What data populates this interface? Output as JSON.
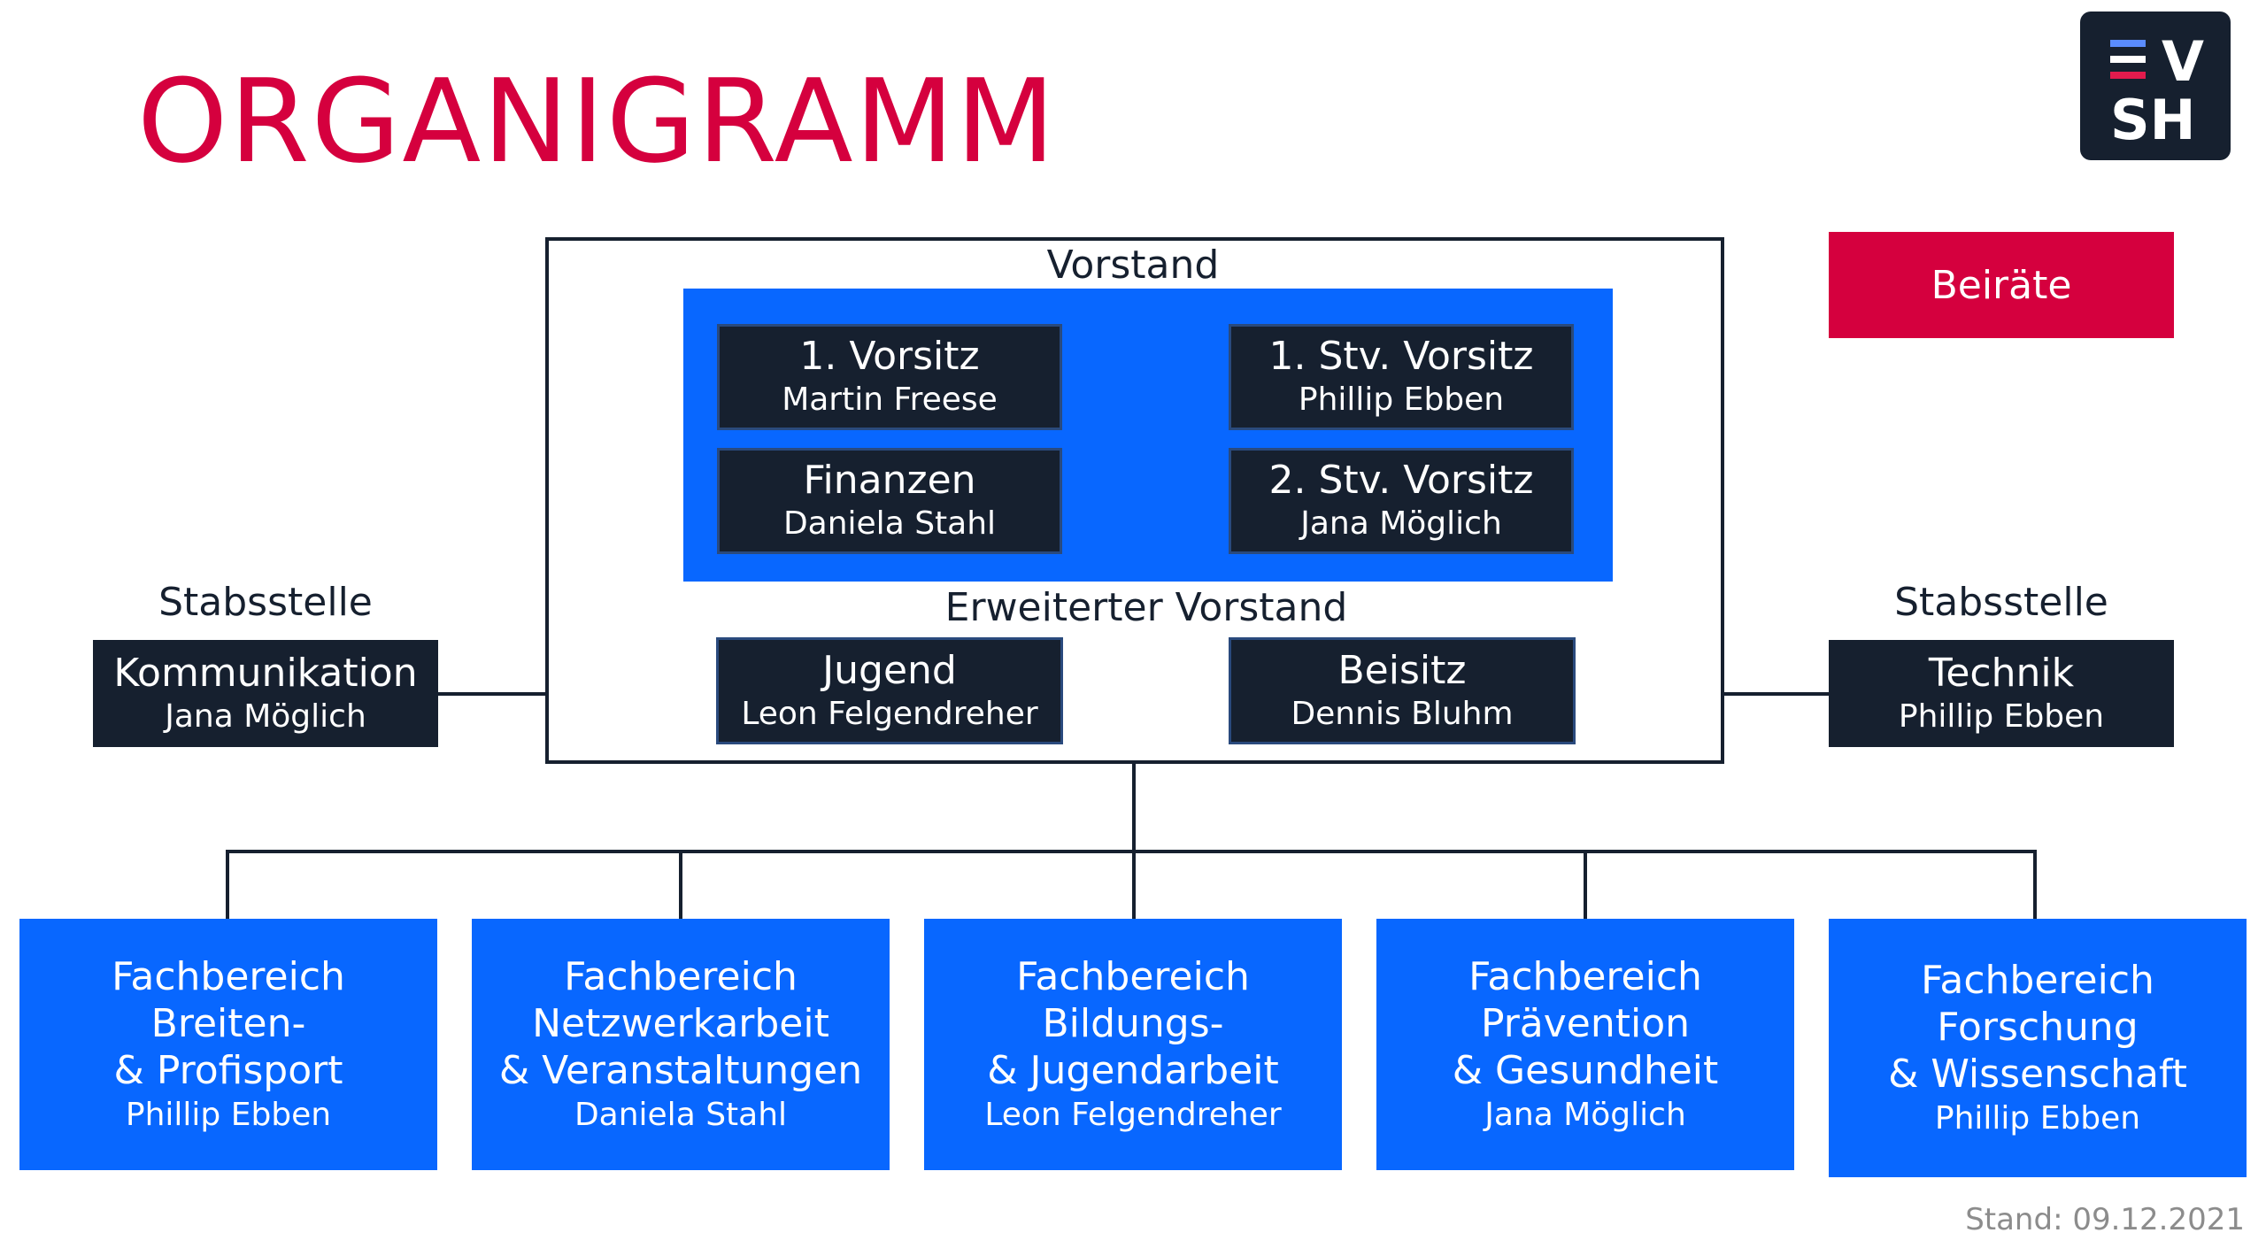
{
  "title": "ORGANIGRAMM",
  "logo": {
    "line1": "V",
    "line2": "SH",
    "colors": [
      "#5a8cff",
      "#ffffff",
      "#e21b4d"
    ]
  },
  "vorstand": {
    "label": "Vorstand",
    "boxes": [
      {
        "role": "1. Vorsitz",
        "name": "Martin Freese"
      },
      {
        "role": "1. Stv. Vorsitz",
        "name": "Phillip Ebben"
      },
      {
        "role": "Finanzen",
        "name": "Daniela Stahl"
      },
      {
        "role": "2. Stv. Vorsitz",
        "name": "Jana Möglich"
      }
    ]
  },
  "erweiterter_vorstand": {
    "label": "Erweiterter Vorstand",
    "boxes": [
      {
        "role": "Jugend",
        "name": "Leon Felgendreher"
      },
      {
        "role": "Beisitz",
        "name": "Dennis Bluhm"
      }
    ]
  },
  "beiraete": "Beiräte",
  "stabsstellen": [
    {
      "heading": "Stabsstelle",
      "role": "Kommunikation",
      "name": "Jana Möglich"
    },
    {
      "heading": "Stabsstelle",
      "role": "Technik",
      "name": "Phillip Ebben"
    }
  ],
  "fachbereiche": [
    {
      "lines": [
        "Fachbereich",
        "Breiten-",
        "& Profisport"
      ],
      "name": "Phillip Ebben"
    },
    {
      "lines": [
        "Fachbereich",
        "Netzwerkarbeit",
        "& Veranstaltungen"
      ],
      "name": "Daniela Stahl"
    },
    {
      "lines": [
        "Fachbereich",
        "Bildungs-",
        "& Jugendarbeit"
      ],
      "name": "Leon Felgendreher"
    },
    {
      "lines": [
        "Fachbereich",
        "Prävention",
        "& Gesundheit"
      ],
      "name": "Jana Möglich"
    },
    {
      "lines": [
        "Fachbereich",
        "Forschung",
        "& Wissenschaft"
      ],
      "name": "Phillip Ebben"
    }
  ],
  "stand": "Stand: 09.12.2021",
  "colors": {
    "accent": "#d5003e",
    "blue": "#0867ff",
    "navy": "#16202f",
    "muted": "#8c8c8c"
  }
}
